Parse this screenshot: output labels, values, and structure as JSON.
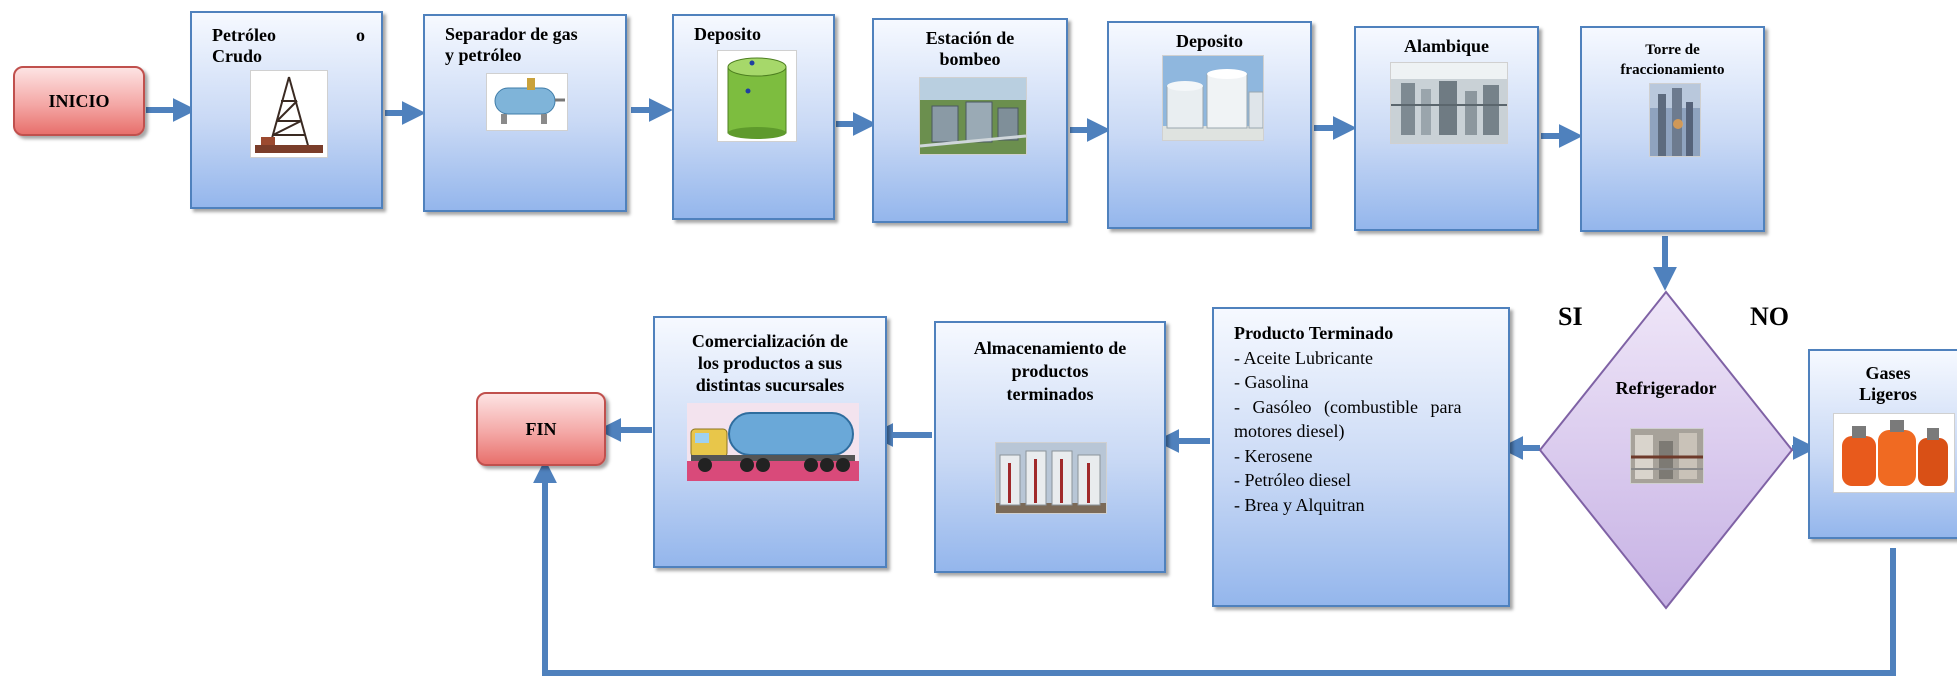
{
  "start_label": "INICIO",
  "end_label": "FIN",
  "boxes": {
    "petroleo": {
      "title_left": "Petróleo",
      "title_right": "o",
      "title_line2": "Crudo"
    },
    "separador": {
      "title": "Separador de gas\ny petróleo"
    },
    "deposito1": {
      "title": "Deposito"
    },
    "bombeo": {
      "title": "Estación de\nbombeo"
    },
    "deposito2": {
      "title": "Deposito"
    },
    "alambique": {
      "title": "Alambique"
    },
    "torre": {
      "title": "Torre de\nfraccionamiento"
    },
    "comercializacion": {
      "title": "Comercialización de\nlos productos a sus\ndistintas sucursales"
    },
    "almacenamiento": {
      "title": "Almacenamiento de\nproductos\nterminados"
    },
    "gases": {
      "title": "Gases\nLigeros"
    }
  },
  "producto": {
    "title": "Producto Terminado",
    "items": [
      "- Aceite Lubricante",
      "- Gasolina",
      "- Gasóleo (combustible para",
      "motores diesel)",
      "- Kerosene",
      "- Petróleo diesel",
      "- Brea y Alquitran"
    ]
  },
  "decision": {
    "label": "Refrigerador",
    "yes": "SI",
    "no": "NO"
  },
  "colors": {
    "box_border": "#4f81bd",
    "arrow": "#4f81bd",
    "terminal_border": "#c0504d",
    "decision_fill": "#d9c9ee",
    "decision_border": "#7f62a5"
  }
}
